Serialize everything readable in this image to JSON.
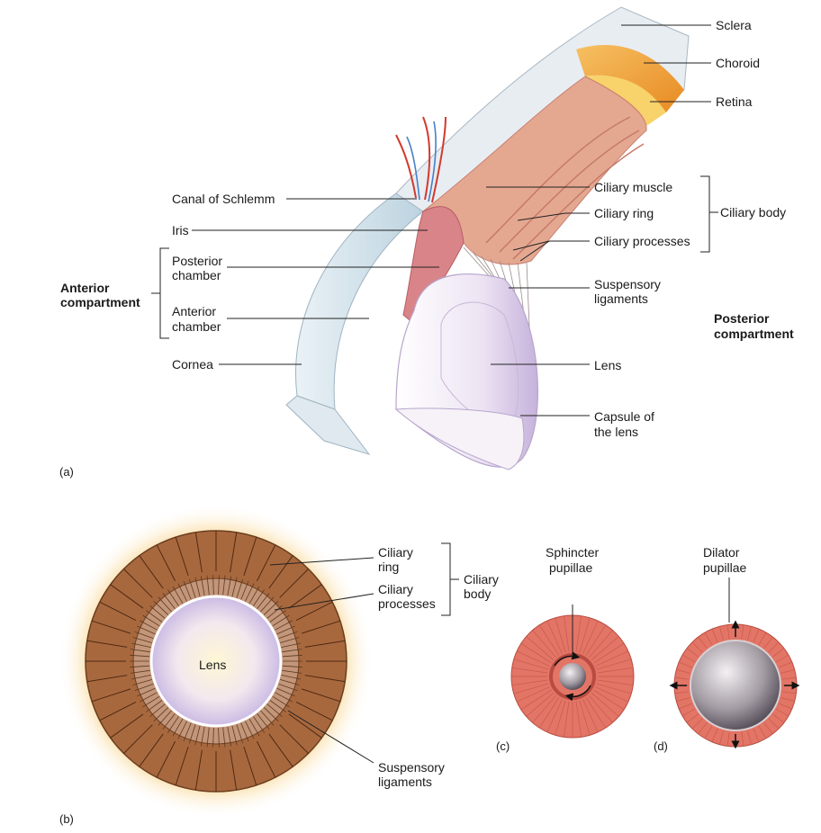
{
  "panel_a": {
    "tag": "(a)",
    "labels": {
      "sclera": "Sclera",
      "choroid": "Choroid",
      "retina": "Retina",
      "canal_of_schlemm": "Canal of Schlemm",
      "iris": "Iris",
      "posterior_chamber_1": "Posterior",
      "posterior_chamber_2": "chamber",
      "anterior_chamber_1": "Anterior",
      "anterior_chamber_2": "chamber",
      "cornea": "Cornea",
      "ciliary_muscle": "Ciliary muscle",
      "ciliary_ring": "Ciliary ring",
      "ciliary_processes": "Ciliary processes",
      "ciliary_body": "Ciliary body",
      "suspensory_ligaments_1": "Suspensory",
      "suspensory_ligaments_2": "ligaments",
      "lens": "Lens",
      "capsule_1": "Capsule of",
      "capsule_2": "the lens",
      "anterior_compartment_1": "Anterior",
      "anterior_compartment_2": "compartment",
      "posterior_compartment_1": "Posterior",
      "posterior_compartment_2": "compartment"
    }
  },
  "panel_b": {
    "tag": "(b)",
    "labels": {
      "lens": "Lens",
      "ciliary_ring_1": "Ciliary",
      "ciliary_ring_2": "ring",
      "ciliary_processes_1": "Ciliary",
      "ciliary_processes_2": "processes",
      "ciliary_body_1": "Ciliary",
      "ciliary_body_2": "body",
      "suspensory_1": "Suspensory",
      "suspensory_2": "ligaments"
    }
  },
  "panel_c": {
    "tag": "(c)",
    "labels": {
      "title_1": "Sphincter",
      "title_2": "pupillae"
    }
  },
  "panel_d": {
    "tag": "(d)",
    "labels": {
      "title_1": "Dilator",
      "title_2": "pupillae"
    }
  },
  "colors": {
    "sclera": "#e9eef3",
    "cornea": "#cfe0ea",
    "choroid": "#f0a030",
    "retina": "#f7c64a",
    "ciliary": "#e2a48c",
    "iris_tissue": "#d9848a",
    "lens": "#ece4f2",
    "ring_brown": "#a8683e",
    "glow": "#f5b850",
    "muscle_red": "#e27566"
  }
}
